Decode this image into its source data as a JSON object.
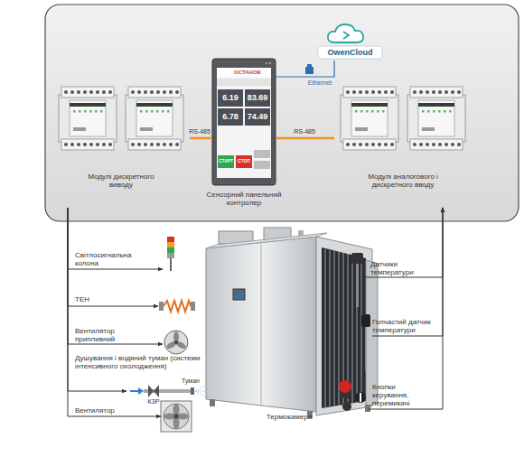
{
  "diagram": {
    "nodes": [
      {
        "text": [
          "Модулі дискретного виводу"
        ]
      },
      {
        "text": [
          "Сенсорний панельний контролер"
        ]
      },
      {
        "text": [
          "Модулі аналогового і дискретного вводу"
        ]
      },
      {
        "text": [
          "OwenCloud"
        ]
      },
      {
        "text": [
          "Термокамера"
        ]
      },
      {
        "text": [
          "Світлосигнальна колона"
        ]
      },
      {
        "text": [
          "ТЕН"
        ]
      },
      {
        "text": [
          "Вентилятор припливний"
        ]
      },
      {
        "text": [
          "Душування і водяний туман (системи інтенсивного охолодження)"
        ]
      },
      {
        "text": [
          "Вентилятор"
        ]
      },
      {
        "text": [
          "Датчики температури"
        ]
      },
      {
        "text": [
          "Голчастий датчик температури"
        ]
      },
      {
        "text": [
          "Кнопки керування, перемикачі"
        ]
      }
    ],
    "edges": [
      {
        "from": 1,
        "to": 0,
        "label": "RS-485",
        "arrow": "none"
      },
      {
        "from": 1,
        "to": 2,
        "label": "RS-485",
        "arrow": "none"
      },
      {
        "from": 1,
        "to": 3,
        "label": "Ethernet",
        "arrow": "none"
      },
      {
        "from": 0,
        "to": 5,
        "arrow": "to"
      },
      {
        "from": 0,
        "to": 6,
        "arrow": "to"
      },
      {
        "from": 0,
        "to": 7,
        "arrow": "to"
      },
      {
        "from": 0,
        "to": 8,
        "arrow": "to"
      },
      {
        "from": 0,
        "to": 9,
        "arrow": "to"
      },
      {
        "from": 10,
        "to": 2,
        "arrow": "to"
      },
      {
        "from": 11,
        "to": 2,
        "arrow": "to"
      },
      {
        "from": 12,
        "to": 2,
        "arrow": "to"
      }
    ],
    "labels": [
      "ОСТАНОВ",
      "6.19",
      "83.69",
      "6.78",
      "74.49",
      "СТАРТ",
      "СТОП",
      "КЗР",
      "Туман"
    ]
  }
}
